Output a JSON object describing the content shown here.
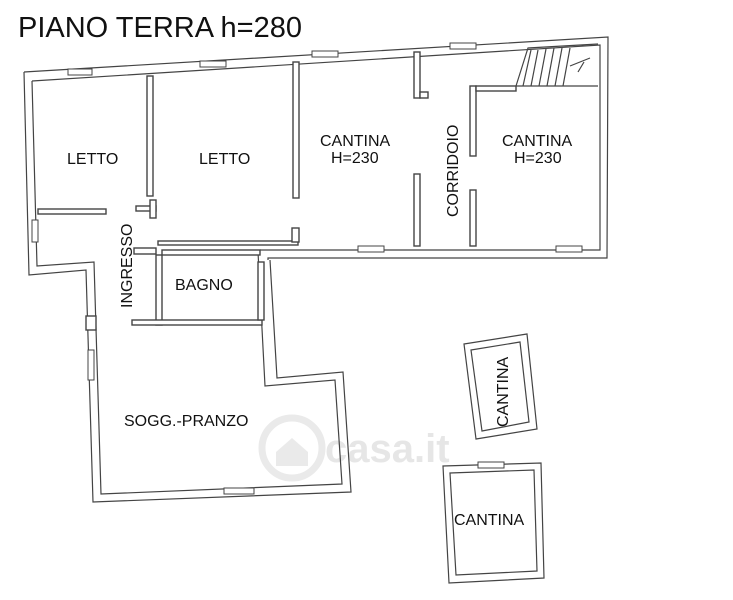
{
  "title": "PIANO TERRA h=280",
  "watermark": "casa.it",
  "rooms": {
    "letto_1": "LETTO",
    "letto_2": "LETTO",
    "cantina_1_name": "CANTINA",
    "cantina_1_height": "H=230",
    "corridoio": "CORRIDOIO",
    "cantina_2_name": "CANTINA",
    "cantina_2_height": "H=230",
    "ingresso": "INGRESSO",
    "bagno": "BAGNO",
    "soggiorno": "SOGG.-PRANZO",
    "cantina_small": "CANTINA",
    "cantina_bottom": "CANTINA"
  },
  "colors": {
    "line": "#444444",
    "text": "#111111",
    "watermark": "#e4e4e4"
  }
}
